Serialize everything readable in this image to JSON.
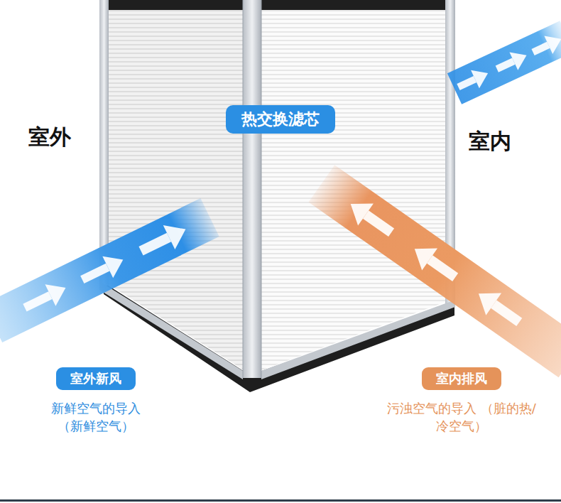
{
  "diagram": {
    "nodes": [
      {
        "text": [
          "热交换滤芯"
        ]
      },
      {
        "text": [
          "室外新风"
        ]
      },
      {
        "text": [
          "室内排风"
        ]
      }
    ],
    "labels": [
      "室外",
      "室内",
      "新鲜空气的导入 （新鲜空气）",
      "污浊空气的导入 （脏的热/冷空气）"
    ]
  }
}
